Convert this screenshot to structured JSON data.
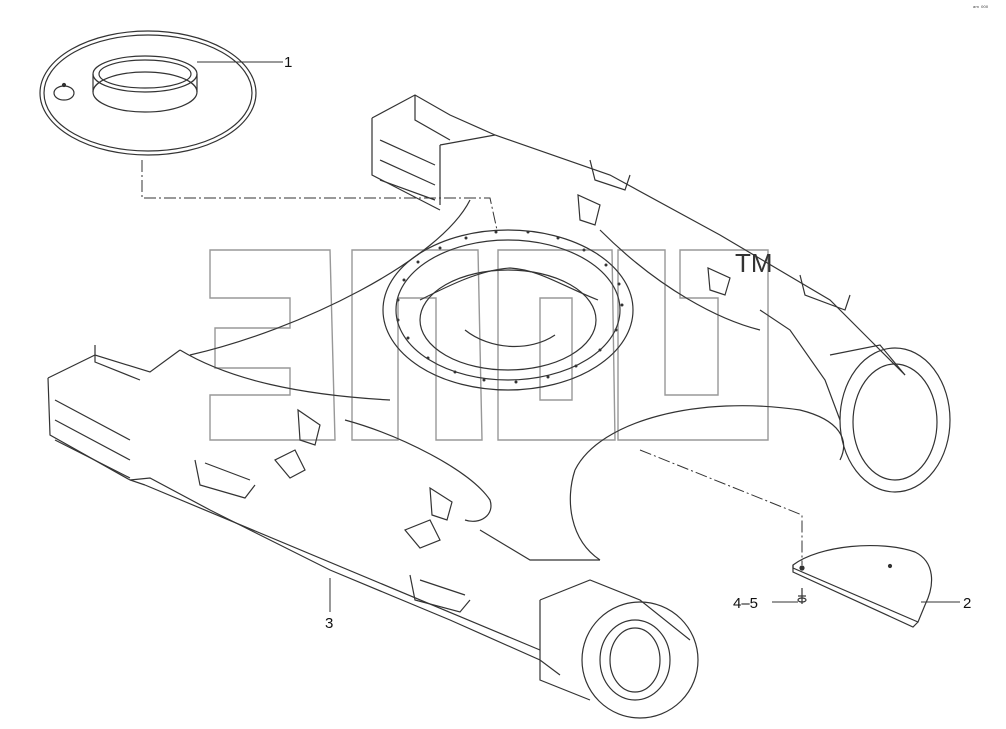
{
  "corner_mark": "ᵃᵐ ⁰⁰⁰",
  "watermark": {
    "text": "elab",
    "tm": "TM"
  },
  "callouts": [
    {
      "id": "callout-1",
      "label": "1"
    },
    {
      "id": "callout-2",
      "label": "2"
    },
    {
      "id": "callout-3",
      "label": "3"
    },
    {
      "id": "callout-4-5",
      "label": "4–5"
    }
  ]
}
